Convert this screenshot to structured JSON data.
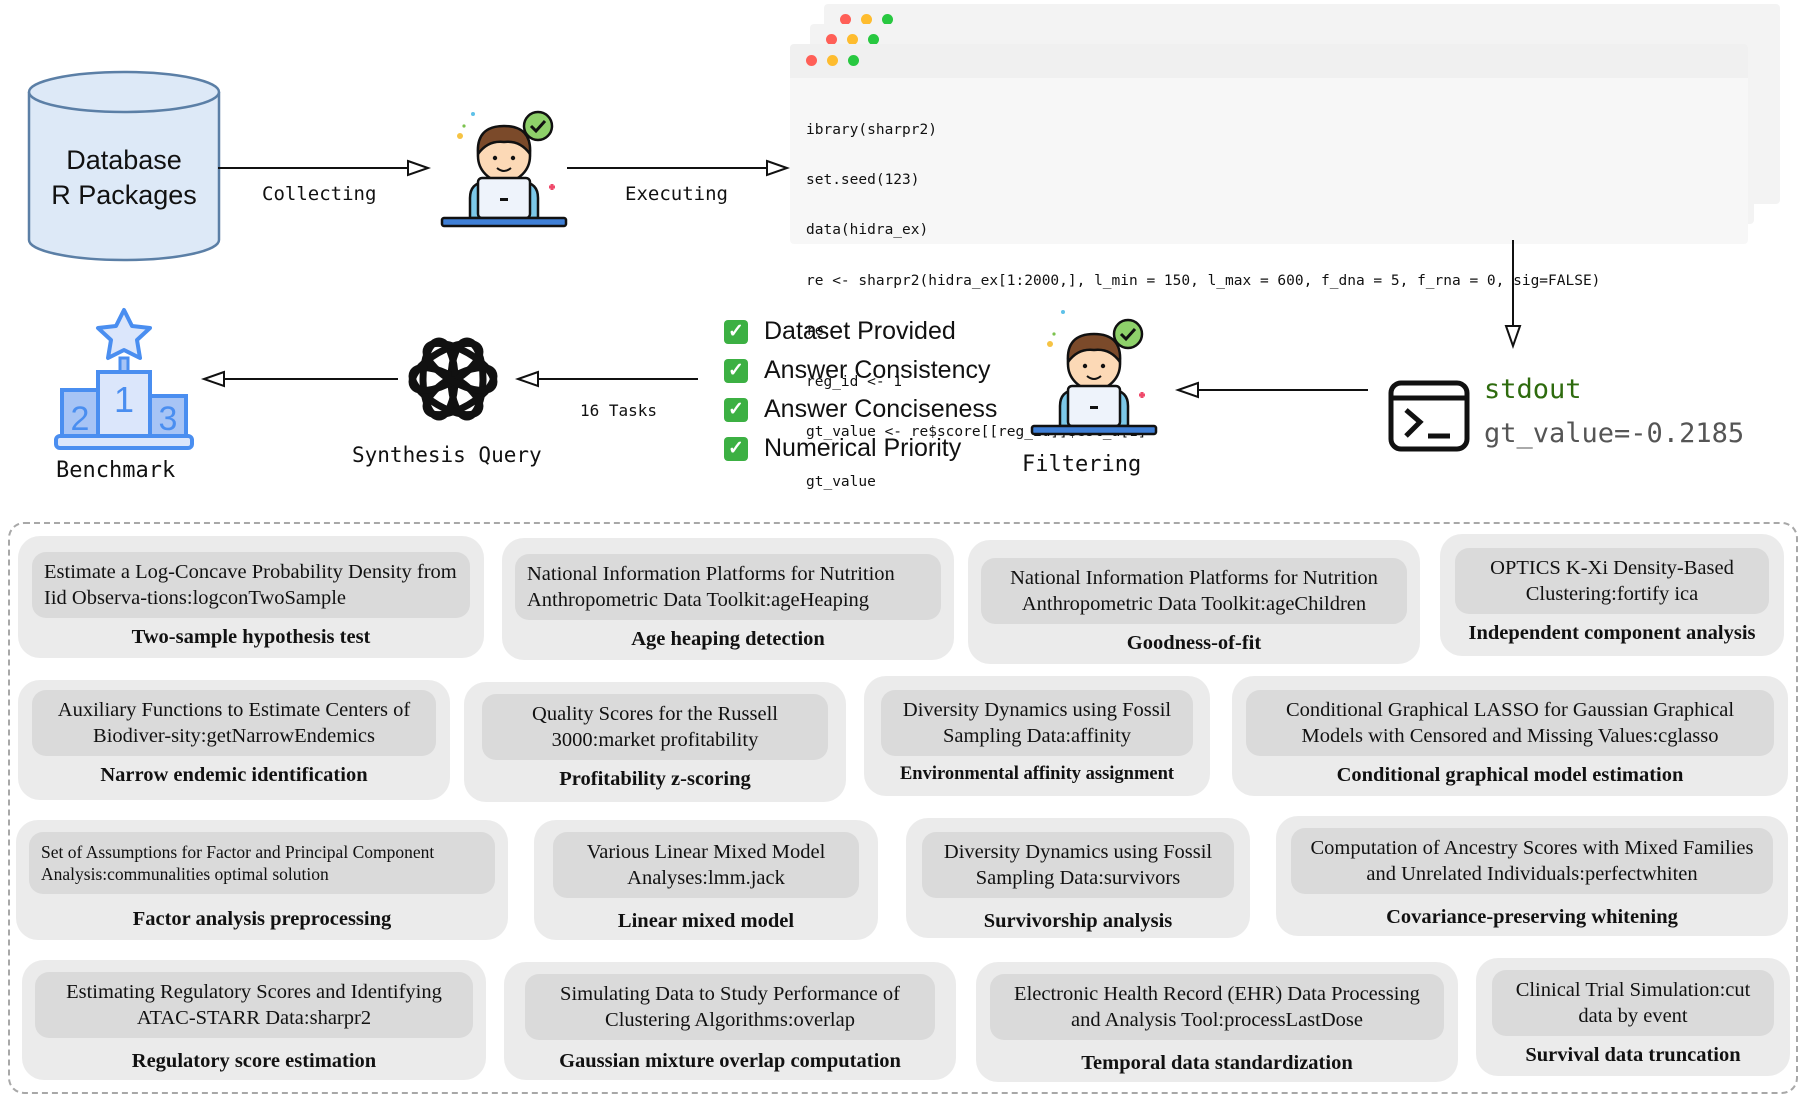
{
  "pipeline": {
    "database": {
      "line1": "Database",
      "line2": "R Packages"
    },
    "collecting_label": "Collecting",
    "executing_label": "Executing",
    "code_window": {
      "lines": [
        "ibrary(sharpr2)",
        "set.seed(123)",
        "data(hidra_ex)",
        "re <- sharpr2(hidra_ex[1:2000,], l_min = 150, l_max = 600, f_dna = 5, f_rna = 0, sig=FALSE)",
        "re",
        "reg_id <- 1",
        "gt_value <- re$score[[reg_id]]$est_a[1]",
        "gt_value"
      ],
      "dot_colors": [
        "#ff5f57",
        "#febc2e",
        "#28c840"
      ]
    },
    "stdout": {
      "label": "stdout",
      "value": "gt_value=-0.2185",
      "label_color": "#2e6b0e",
      "value_color": "#555555"
    },
    "filtering_label": "Filtering",
    "criteria": [
      "Dataset Provided",
      "Answer Consistency",
      "Answer Conciseness",
      "Numerical Priority"
    ],
    "tasks_count_label": "16 Tasks",
    "synthesis_label": "Synthesis Query",
    "benchmark_label": "Benchmark",
    "benchmark_podium": [
      "2",
      "1",
      "3"
    ]
  },
  "tasks": [
    {
      "pkg": "Estimate a Log-Concave Probability Density from Iid Observa-tions:logconTwoSample",
      "task": "Two-sample hypothesis test"
    },
    {
      "pkg": "National Information Platforms for Nutrition Anthropometric Data Toolkit:ageHeaping",
      "task": "Age heaping detection"
    },
    {
      "pkg": "National Information Platforms for Nutrition Anthropometric Data Toolkit:ageChildren",
      "task": "Goodness-of-fit"
    },
    {
      "pkg": "OPTICS K-Xi Density-Based Clustering:fortify ica",
      "task": "Independent component analysis"
    },
    {
      "pkg": "Auxiliary Functions to Estimate Centers of Biodiver-sity:getNarrowEndemics",
      "task": "Narrow endemic identification"
    },
    {
      "pkg": "Quality Scores for the Russell 3000:market profitability",
      "task": "Profitability z-scoring"
    },
    {
      "pkg": "Diversity Dynamics using Fossil Sampling Data:affinity",
      "task": "Environmental affinity assignment"
    },
    {
      "pkg": "Conditional Graphical LASSO for Gaussian Graphical Models with Censored and Missing Values:cglasso",
      "task": "Conditional graphical model estimation"
    },
    {
      "pkg": "Set of Assumptions for Factor and Principal Component Analysis:communalities optimal solution",
      "task": "Factor analysis preprocessing"
    },
    {
      "pkg": "Various Linear Mixed Model Analyses:lmm.jack",
      "task": "Linear mixed model"
    },
    {
      "pkg": "Diversity Dynamics using Fossil Sampling Data:survivors",
      "task": "Survivorship analysis"
    },
    {
      "pkg": "Computation of Ancestry Scores with Mixed Families and Unrelated Individuals:perfectwhiten",
      "task": "Covariance-preserving whitening"
    },
    {
      "pkg": "Estimating Regulatory Scores and Identifying ATAC-STARR Data:sharpr2",
      "task": "Regulatory score estimation"
    },
    {
      "pkg": "Simulating Data to Study Performance of Clustering Algorithms:overlap",
      "task": "Gaussian mixture overlap computation"
    },
    {
      "pkg": "Electronic Health Record (EHR) Data Processing and Analysis Tool:processLastDose",
      "task": "Temporal data standardization"
    },
    {
      "pkg": "Clinical Trial Simulation:cut data by event",
      "task": "Survival data truncation"
    }
  ]
}
